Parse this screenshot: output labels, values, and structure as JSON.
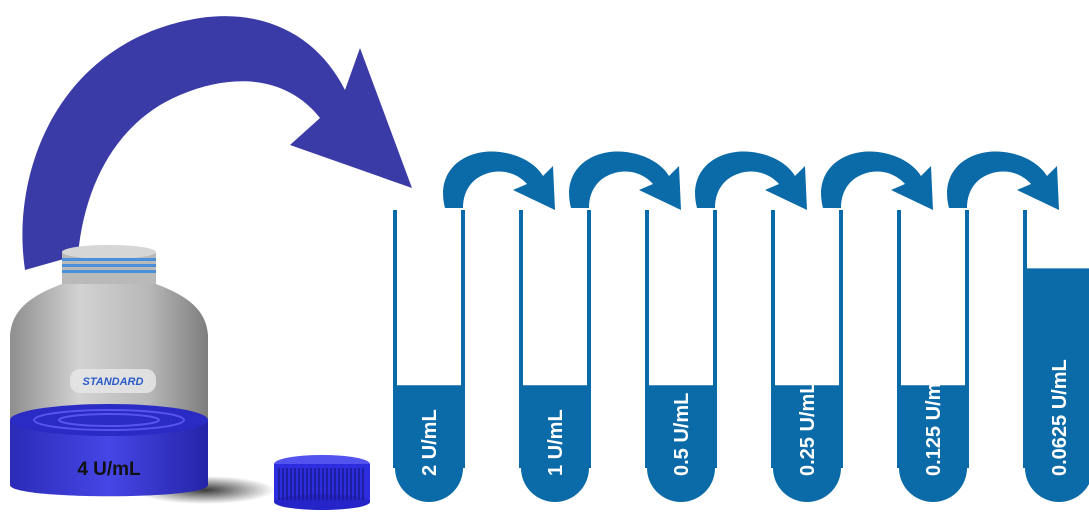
{
  "stock": {
    "label": "STANDARD",
    "concentration": "4 U/mL"
  },
  "tubes": [
    {
      "concentration": "2 U/mL",
      "fill_fraction": 0.4
    },
    {
      "concentration": "1 U/mL",
      "fill_fraction": 0.4
    },
    {
      "concentration": "0.5 U/mL",
      "fill_fraction": 0.4
    },
    {
      "concentration": "0.25 U/mL",
      "fill_fraction": 0.4
    },
    {
      "concentration": "0.125 U/mL",
      "fill_fraction": 0.4
    },
    {
      "concentration": "0.0625 U/mL",
      "fill_fraction": 0.8
    }
  ],
  "colors": {
    "big_arrow": "#3b3ba8",
    "tube_liquid": "#0b6aa8",
    "tube_wall": "#0b6aa8",
    "small_arrow": "#0b6aa8",
    "bottle_body": "#b7b7b7",
    "bottle_base": "#3b3bd6",
    "cap": "#2d2de0"
  }
}
